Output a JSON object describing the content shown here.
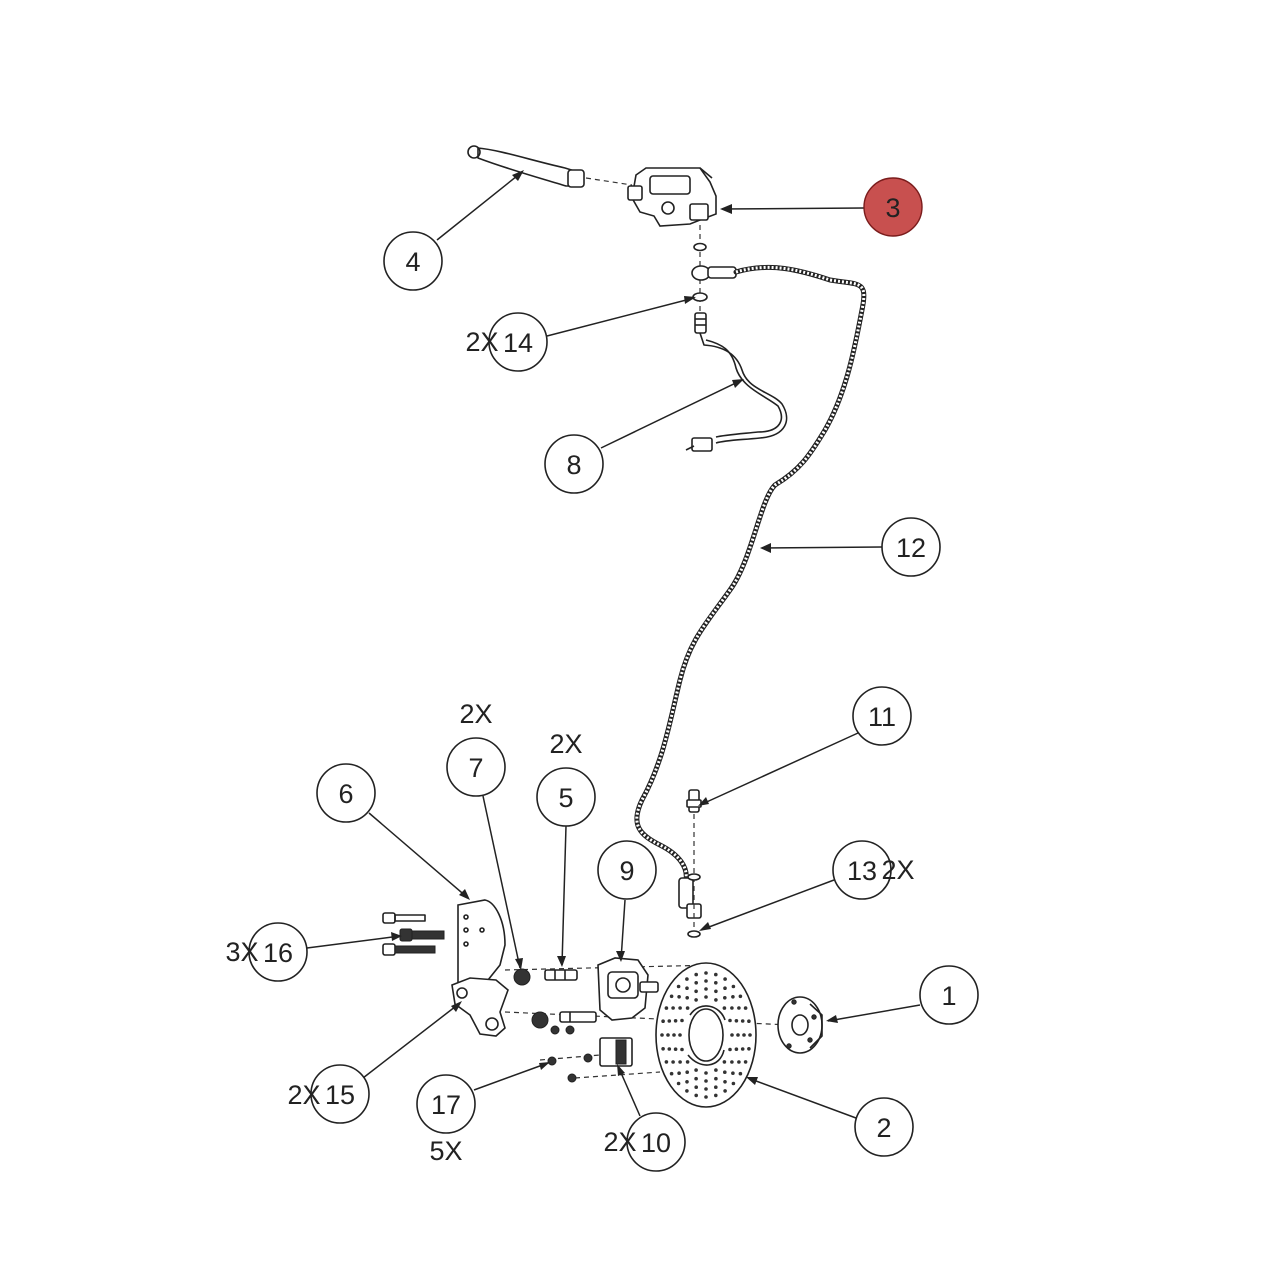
{
  "colors": {
    "line": "#222222",
    "background": "#ffffff",
    "highlight_fill": "#c8504f",
    "highlight_stroke": "#7a1c1c"
  },
  "callouts": [
    {
      "id": "1",
      "label": "1",
      "qty": "",
      "highlighted": false
    },
    {
      "id": "2",
      "label": "2",
      "qty": "",
      "highlighted": false
    },
    {
      "id": "3",
      "label": "3",
      "qty": "",
      "highlighted": true
    },
    {
      "id": "4",
      "label": "4",
      "qty": "",
      "highlighted": false
    },
    {
      "id": "5",
      "label": "5",
      "qty": "2X",
      "highlighted": false
    },
    {
      "id": "6",
      "label": "6",
      "qty": "",
      "highlighted": false
    },
    {
      "id": "7",
      "label": "7",
      "qty": "2X",
      "highlighted": false
    },
    {
      "id": "8",
      "label": "8",
      "qty": "",
      "highlighted": false
    },
    {
      "id": "9",
      "label": "9",
      "qty": "",
      "highlighted": false
    },
    {
      "id": "10",
      "label": "10",
      "qty": "2X",
      "highlighted": false
    },
    {
      "id": "11",
      "label": "11",
      "qty": "",
      "highlighted": false
    },
    {
      "id": "12",
      "label": "12",
      "qty": "",
      "highlighted": false
    },
    {
      "id": "13",
      "label": "13",
      "qty": "2X",
      "highlighted": false
    },
    {
      "id": "14",
      "label": "14",
      "qty": "2X",
      "highlighted": false
    },
    {
      "id": "15",
      "label": "15",
      "qty": "2X",
      "highlighted": false
    },
    {
      "id": "16",
      "label": "16",
      "qty": "3X",
      "highlighted": false
    },
    {
      "id": "17",
      "label": "17",
      "qty": "5X",
      "highlighted": false
    }
  ]
}
